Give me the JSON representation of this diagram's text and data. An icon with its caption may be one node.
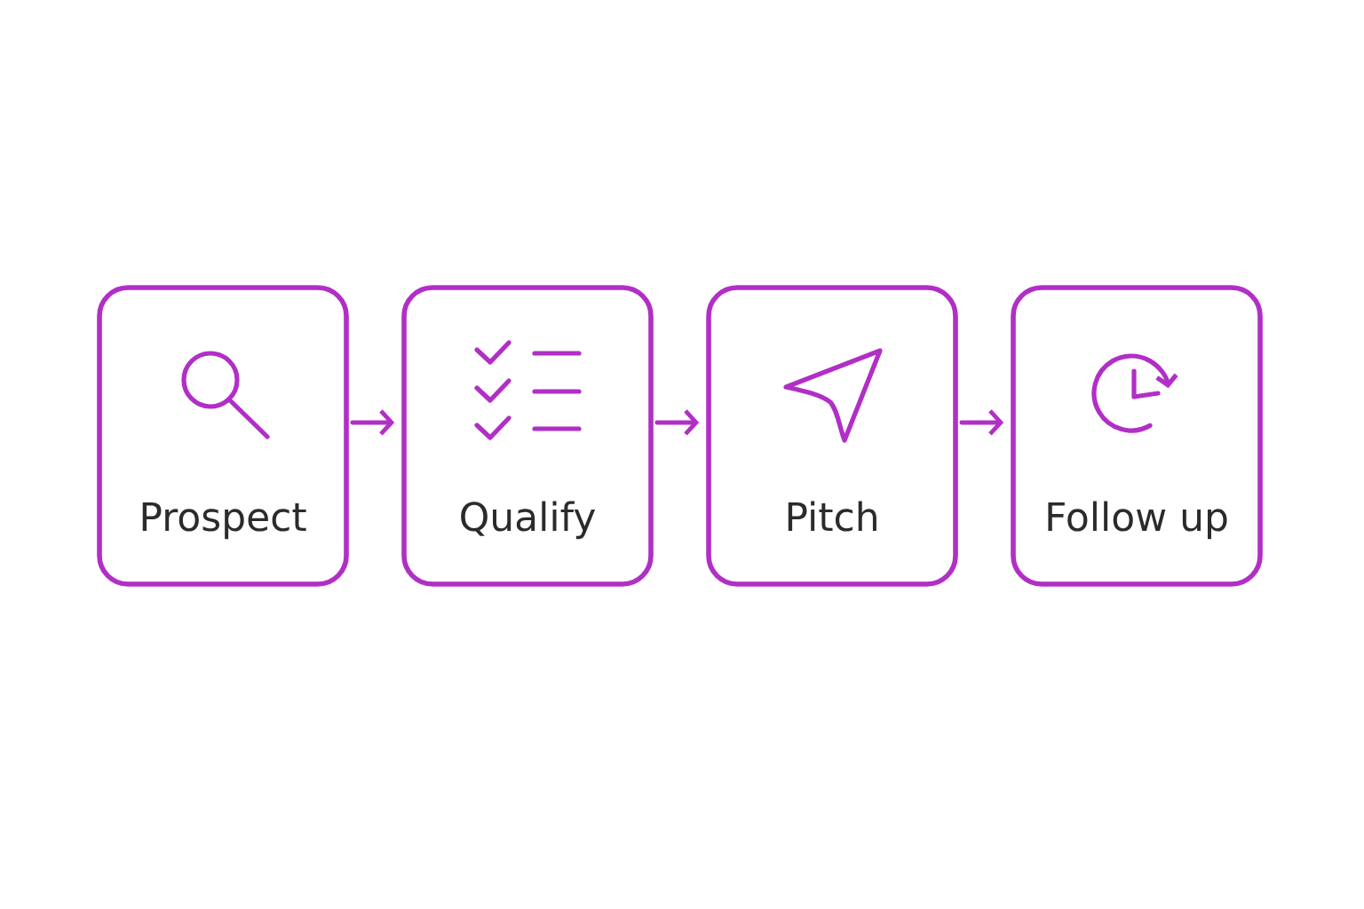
{
  "diagram": {
    "nodes": [
      {
        "text": [
          "Prospect"
        ]
      },
      {
        "text": [
          "Qualify"
        ]
      },
      {
        "text": [
          "Pitch"
        ]
      },
      {
        "text": [
          "Follow up"
        ]
      }
    ],
    "edges": [
      {
        "from": 0,
        "to": 1,
        "arrow": "to"
      },
      {
        "from": 1,
        "to": 2,
        "arrow": "to"
      },
      {
        "from": 2,
        "to": 3,
        "arrow": "to"
      }
    ]
  }
}
